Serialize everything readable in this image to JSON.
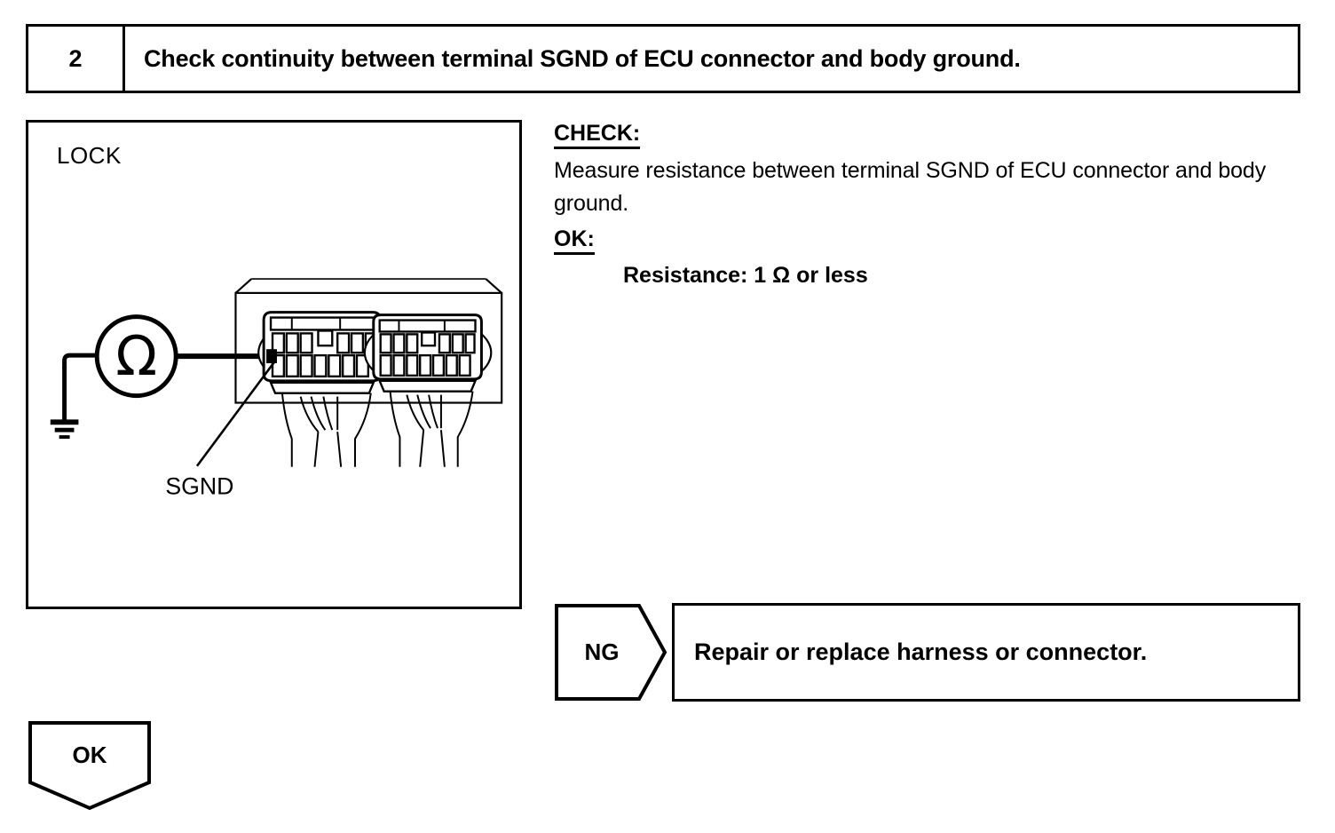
{
  "step": {
    "number": "2",
    "title": "Check continuity between terminal SGND of ECU connector and body ground."
  },
  "illustration": {
    "lock_label": "LOCK",
    "meter_symbol": "Ω",
    "terminal_callout": "SGND"
  },
  "check": {
    "check_heading": "CHECK:",
    "check_body": "Measure resistance between terminal SGND of ECU connector and body ground.",
    "ok_heading": "OK:",
    "spec": "Resistance: 1 Ω or less"
  },
  "branches": {
    "ng_label": "NG",
    "ng_action": "Repair or replace harness or connector.",
    "ok_label": "OK"
  }
}
